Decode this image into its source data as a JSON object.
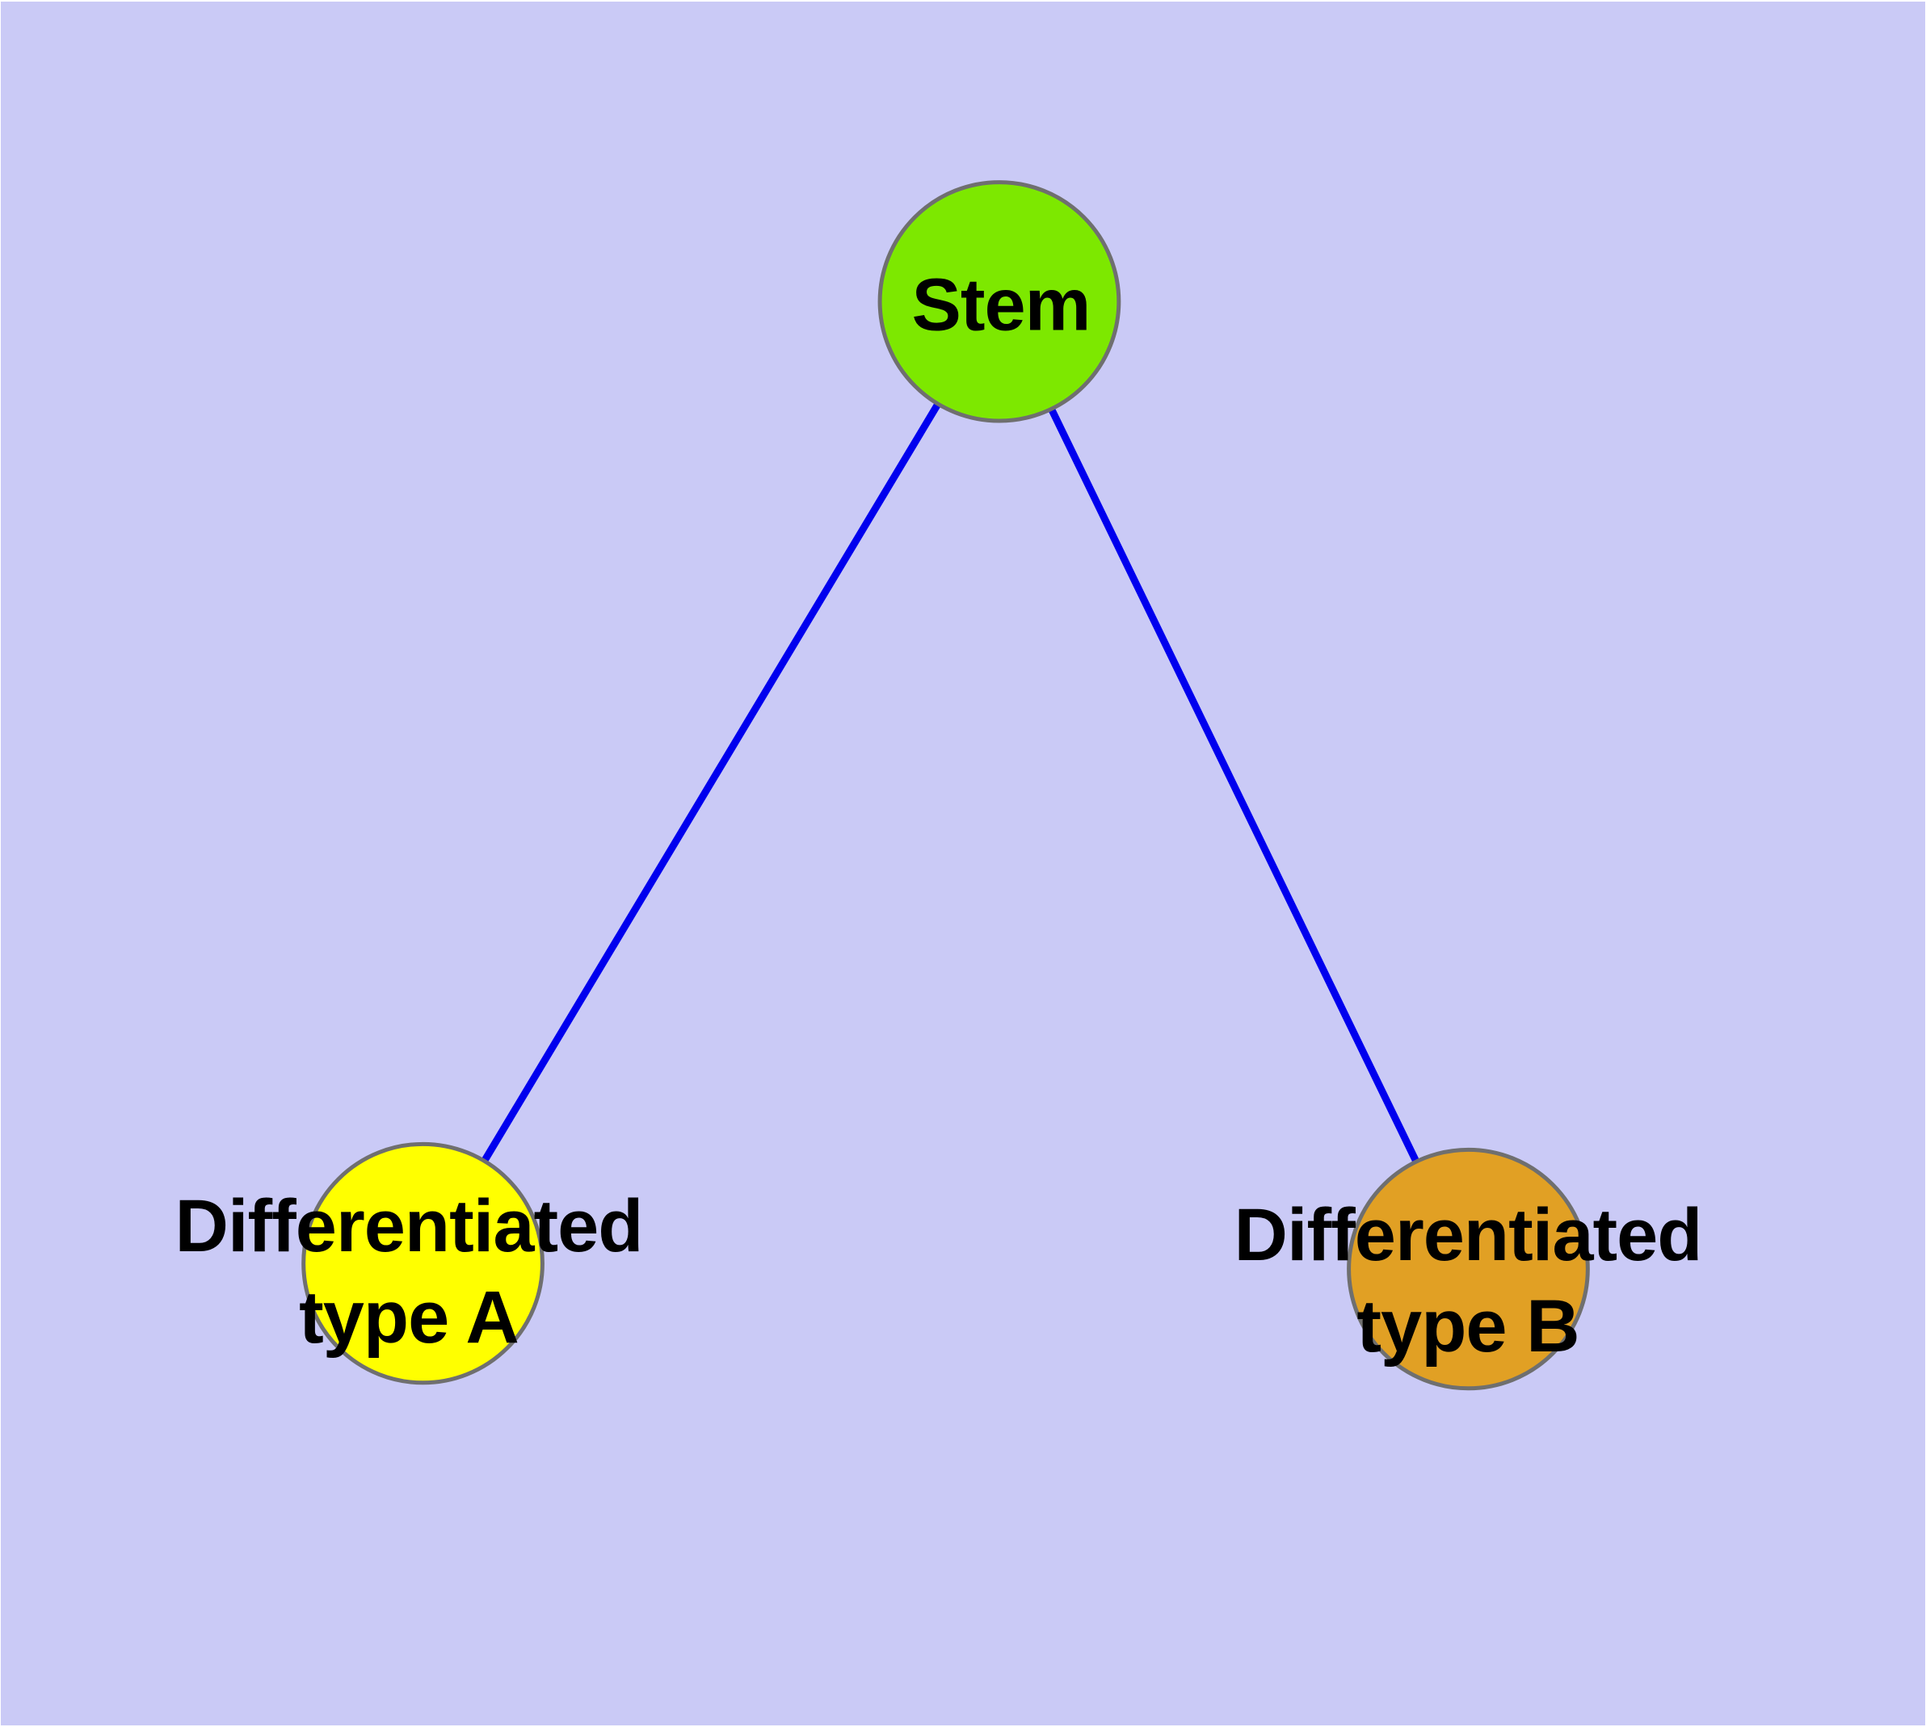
{
  "diagram": {
    "background_color": "#cacaf6",
    "edge_color": "#0000ee",
    "node_border_color": "#6f6f6f",
    "label_color": "#000000",
    "nodes": [
      {
        "id": "stem",
        "label_lines": [
          "Stem"
        ],
        "fill": "#7de800"
      },
      {
        "id": "differentiated-type-a",
        "label_lines": [
          "Differentiated",
          "type A"
        ],
        "fill": "#ffff00"
      },
      {
        "id": "differentiated-type-b",
        "label_lines": [
          "Differentiated",
          "type B"
        ],
        "fill": "#e1a024"
      }
    ],
    "edges": [
      {
        "from": "stem",
        "to": "differentiated-type-a"
      },
      {
        "from": "stem",
        "to": "differentiated-type-b"
      }
    ]
  }
}
